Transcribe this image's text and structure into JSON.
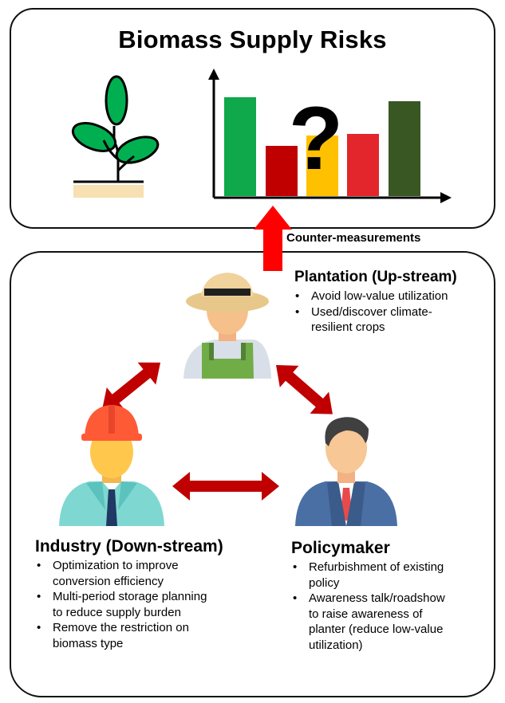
{
  "title": "Biomass Supply Risks",
  "chart_question_mark": "?",
  "counter_label": "Counter-measurements",
  "actors": {
    "plantation": {
      "heading": "Plantation (Up-stream)",
      "items": [
        "Avoid low-value utilization",
        "Used/discover climate-",
        "resilient crops"
      ]
    },
    "industry": {
      "heading": "Industry (Down-stream)",
      "items": [
        "Optimization to improve",
        "conversion efficiency",
        "Multi-period storage planning",
        "to reduce supply burden",
        "Remove the restriction on",
        "biomass type"
      ]
    },
    "policymaker": {
      "heading": "Policymaker",
      "items": [
        "Refurbishment of existing",
        "policy",
        "Awareness talk/roadshow",
        "to raise awareness of",
        "planter (reduce low-value",
        "utilization)"
      ]
    }
  },
  "colors": {
    "bar_green": "#0fa84a",
    "bar_darkred": "#c00000",
    "bar_yellow": "#ffc000",
    "bar_red": "#e3262b",
    "bar_darkgreen": "#385723",
    "arrow_red": "#c00000",
    "plant_green": "#00b050"
  }
}
